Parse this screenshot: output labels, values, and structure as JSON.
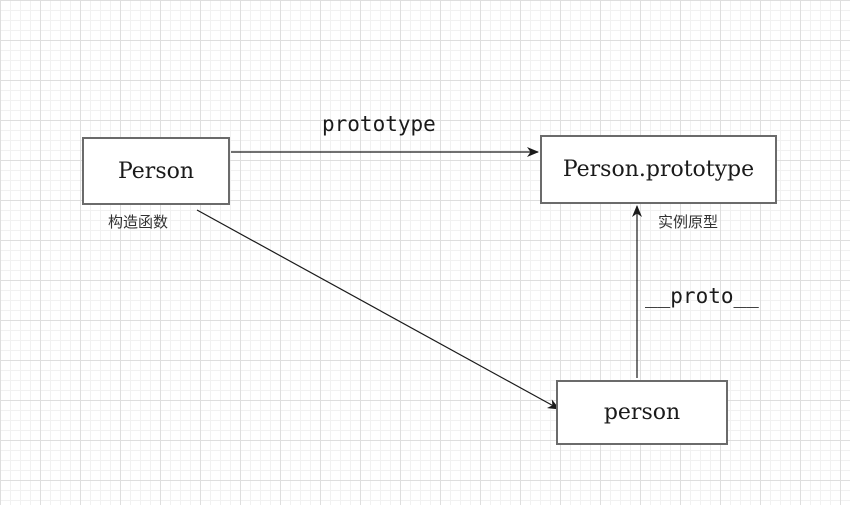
{
  "diagram": {
    "nodes": {
      "constructor": {
        "label": "Person"
      },
      "prototype": {
        "label": "Person.prototype"
      },
      "instance": {
        "label": "person"
      }
    },
    "edges": {
      "constructor_to_prototype": {
        "label": "prototype"
      },
      "constructor_to_instance": {
        "label": ""
      },
      "instance_to_prototype": {
        "label": "__proto__"
      }
    },
    "notes": {
      "constructor": "构造函数",
      "instance_prototype": "实例原型"
    }
  },
  "colors": {
    "box_border": "#6b6b6b",
    "line": "#1a1a1a",
    "grid_major": "#dedede",
    "grid_minor": "#f1f1f1"
  }
}
